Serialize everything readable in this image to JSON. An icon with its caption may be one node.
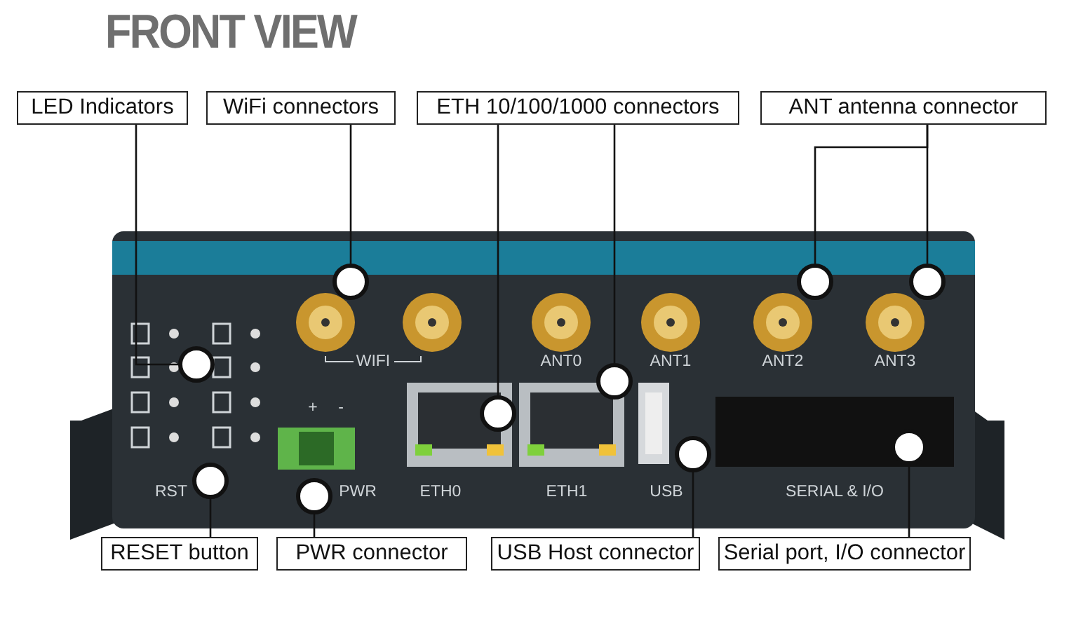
{
  "diagram": {
    "title": "FRONT VIEW",
    "nodes": [
      {
        "text": [
          "LED Indicators"
        ]
      },
      {
        "text": [
          "WiFi connectors"
        ]
      },
      {
        "text": [
          "ETH 10/100/1000 connectors"
        ]
      },
      {
        "text": [
          "ANT antenna connector"
        ]
      },
      {
        "text": [
          "RESET button"
        ]
      },
      {
        "text": [
          "PWR connector"
        ]
      },
      {
        "text": [
          "USB Host connector"
        ]
      },
      {
        "text": [
          "Serial port, I/O connector"
        ]
      },
      {
        "text": [],
        "shape": "circle"
      },
      {
        "text": [],
        "shape": "circle"
      },
      {
        "text": [],
        "shape": "circle"
      },
      {
        "text": [],
        "shape": "circle"
      },
      {
        "text": [],
        "shape": "circle"
      },
      {
        "text": [],
        "shape": "circle"
      },
      {
        "text": [],
        "shape": "circle"
      },
      {
        "text": [],
        "shape": "circle"
      },
      {
        "text": [],
        "shape": "circle"
      },
      {
        "text": [],
        "shape": "circle"
      }
    ],
    "edges": [
      {
        "from": 0,
        "to": 8,
        "arrow": "none"
      },
      {
        "from": 1,
        "to": 11,
        "arrow": "none"
      },
      {
        "from": 2,
        "to": 12,
        "arrow": "none"
      },
      {
        "from": 2,
        "to": 13,
        "arrow": "none"
      },
      {
        "from": 3,
        "to": 15,
        "arrow": "none"
      },
      {
        "from": 3,
        "to": 17,
        "arrow": "none"
      },
      {
        "from": 4,
        "to": 9,
        "arrow": "none"
      },
      {
        "from": 5,
        "to": 10,
        "arrow": "none"
      },
      {
        "from": 6,
        "to": 14,
        "arrow": "none"
      },
      {
        "from": 7,
        "to": 16,
        "arrow": "none"
      }
    ],
    "labels": [
      "WIFI",
      "ANT0",
      "ANT1",
      "ANT2",
      "ANT3",
      "+",
      "-",
      "RST",
      "PWR",
      "ETH0",
      "ETH1",
      "USB",
      "SERIAL & I/O"
    ]
  }
}
